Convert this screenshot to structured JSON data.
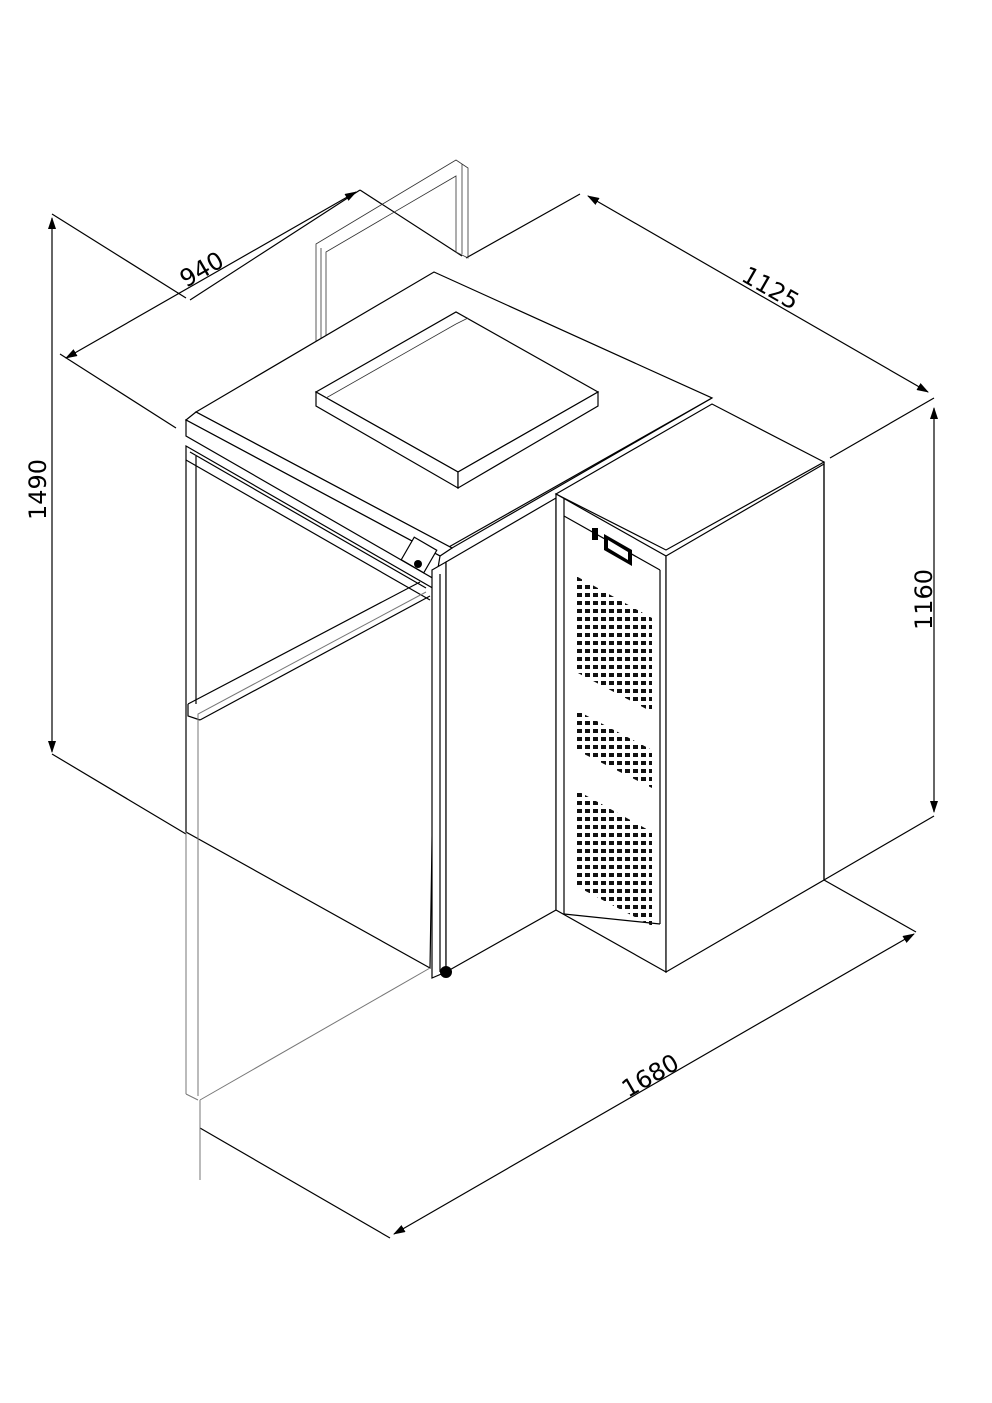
{
  "dimensions": {
    "depth": "940",
    "length": "1125",
    "total_height": "1490",
    "cabinet_height": "1160",
    "total_width": "1680"
  }
}
